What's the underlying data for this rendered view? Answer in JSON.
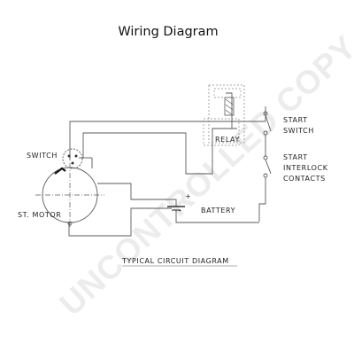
{
  "diagram": {
    "title": "Wiring Diagram",
    "caption": "TYPICAL CIRCUIT DIAGRAM",
    "watermark": "UNCONTROLLED COPY",
    "labels": {
      "switch": "SWITCH",
      "st_motor": "ST. MOTOR",
      "relay": "RELAY",
      "battery": "BATTERY",
      "start_switch_line1": "START",
      "start_switch_line2": "SWITCH",
      "interlock_line1": "START",
      "interlock_line2": "INTERLOCK",
      "interlock_line3": "CONTACTS",
      "plus": "+",
      "minus": "-"
    },
    "colors": {
      "line": "#5a5a5a",
      "dashed": "#8a8a8a",
      "text": "#222222",
      "watermark": "#ececec"
    }
  }
}
